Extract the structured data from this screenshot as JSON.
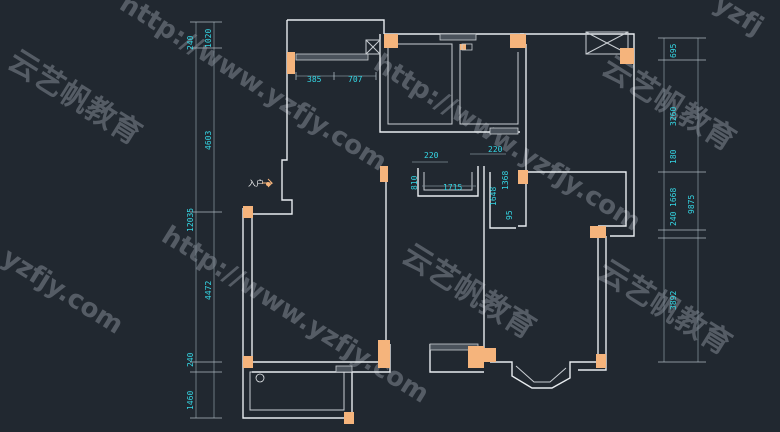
{
  "left_dimensions": {
    "outer": [
      "240",
      "4603",
      "12035",
      "240",
      "1460"
    ],
    "inner": [
      "1020",
      "4472"
    ]
  },
  "right_dimensions": {
    "outer": [
      "695",
      "3260",
      "1668",
      "240",
      "3892"
    ],
    "inner": [
      "180",
      "9875"
    ]
  },
  "interior_dimensions": {
    "d385": "385",
    "d707": "707",
    "d220a": "220",
    "d220b": "220",
    "d810": "810",
    "d1715": "1715",
    "d1648": "1648",
    "d1368": "1368",
    "d95": "95"
  },
  "entrance_label": "入户",
  "watermarks": {
    "url": "http://www.yzfjy.com",
    "url_short": "yzfjy.com",
    "url_corner": "yzfj",
    "brand": "云艺帆教育"
  },
  "colors": {
    "background": "#212830",
    "wall": "#e8ecef",
    "column": "#f5b47c",
    "dimension_text": "#35d8e6"
  }
}
